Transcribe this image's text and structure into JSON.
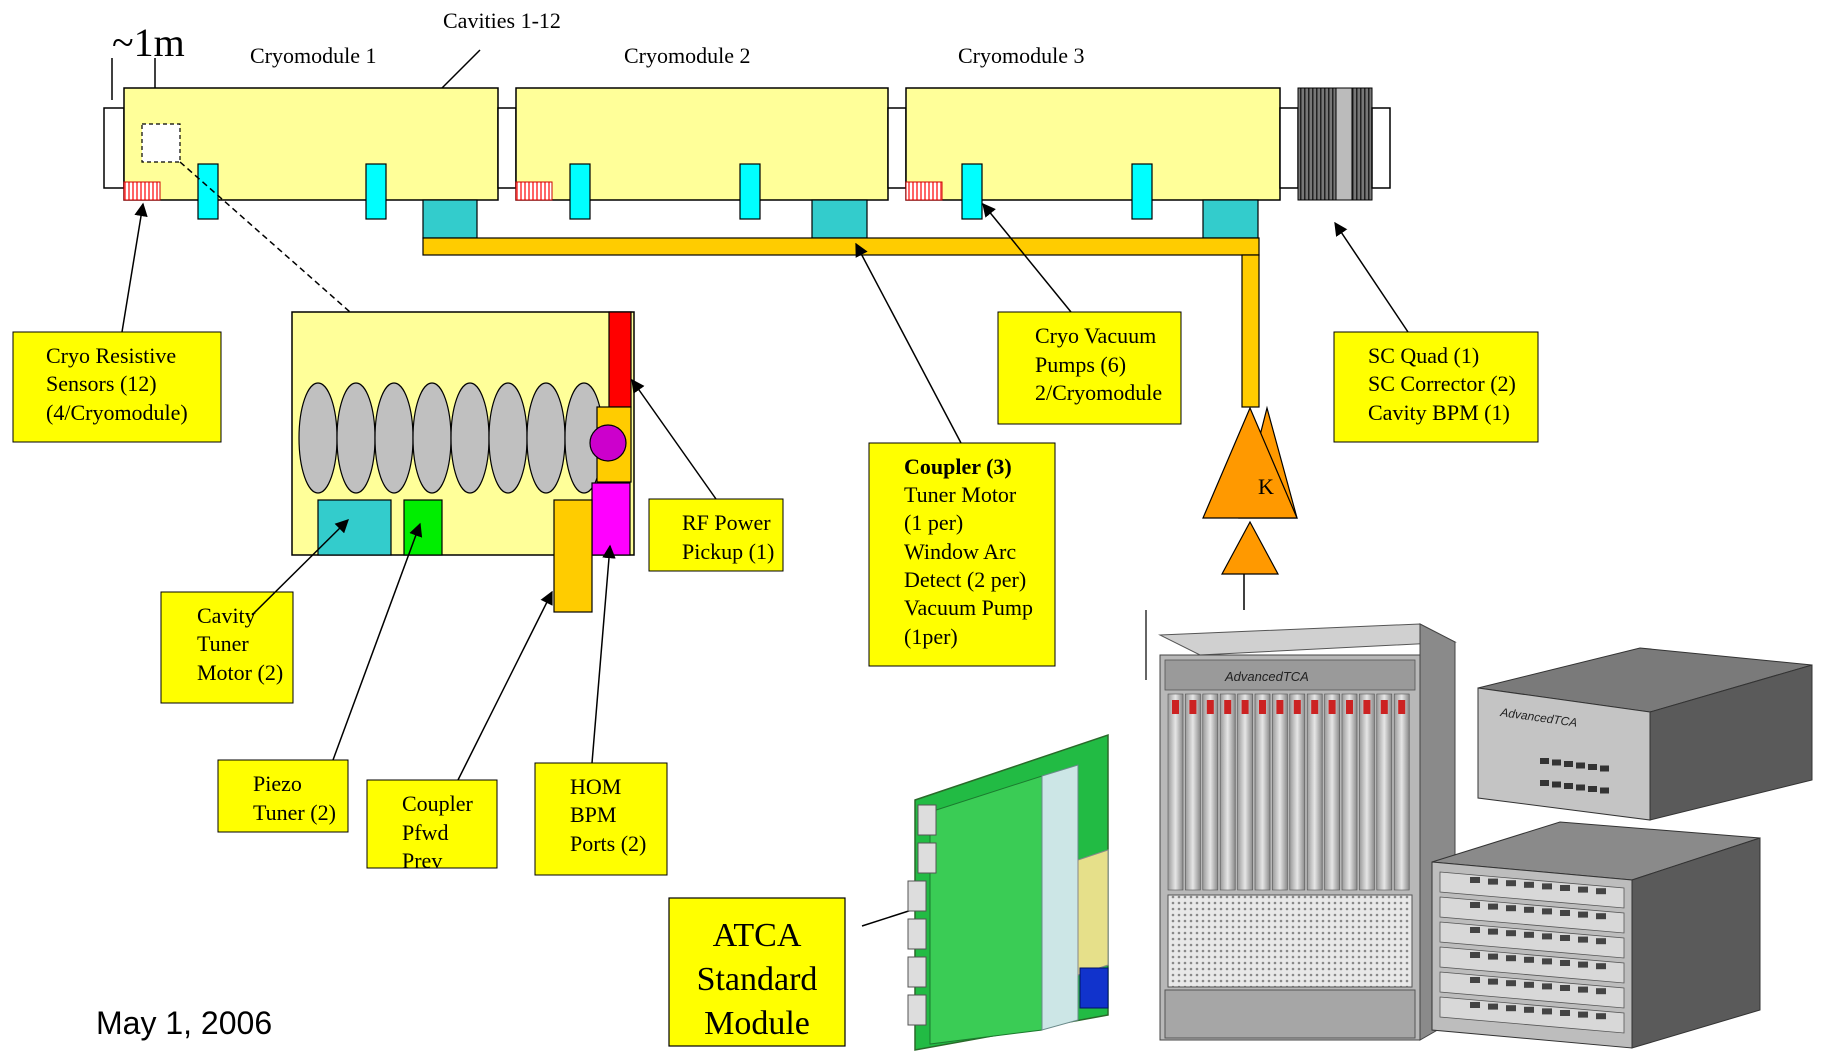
{
  "diagram": {
    "scale_label": "~1m",
    "cavities_label": "Cavities 1-12",
    "cryomodules": [
      "Cryomodule 1",
      "Cryomodule 2",
      "Cryomodule 3"
    ],
    "amplifier_label": "K",
    "date": "May 1, 2006"
  },
  "callouts": {
    "cryo_resistive": [
      "Cryo Resistive",
      "Sensors (12)",
      "(4/Cryomodule)"
    ],
    "cryo_vacuum": [
      "Cryo Vacuum",
      "Pumps (6)",
      "2/Cryomodule"
    ],
    "sc_quad": [
      "SC Quad (1)",
      "SC Corrector (2)",
      "Cavity BPM (1)"
    ],
    "coupler": {
      "title_bold": "Coupler (3)",
      "lines": [
        "Tuner Motor",
        "(1 per)",
        "Window Arc",
        "Detect (2 per)",
        "Vacuum Pump",
        "(1per)"
      ]
    },
    "rf_power": [
      "RF Power",
      "Pickup (1)"
    ],
    "cavity_tuner": [
      "Cavity",
      "Tuner",
      "Motor (2)"
    ],
    "piezo": [
      "Piezo",
      "Tuner (2)"
    ],
    "coupler_pfwd": [
      "Coupler",
      "Pfwd",
      "Prev"
    ],
    "hom": [
      "HOM",
      "BPM",
      "Ports (2)"
    ],
    "atca": [
      "ATCA",
      "Standard",
      "Module"
    ]
  },
  "photos": {
    "chassis_brand": "AdvancedTCA"
  },
  "colors": {
    "cryomodule_fill": "#ffff99",
    "callout_fill": "#ffff00",
    "cyan_port": "#00ffff",
    "teal_coupler": "#33cccc",
    "feed_line": "#ffcc00",
    "amplifier": "#ff9900",
    "sensor_hatch": "#ff6666",
    "cavity_cell": "#c0c0c0",
    "piezo": "#00ee00",
    "hom": "#ff00ff",
    "pickup": "#ff0000",
    "probe": "#cc00cc",
    "card_green": "#22bb44"
  }
}
